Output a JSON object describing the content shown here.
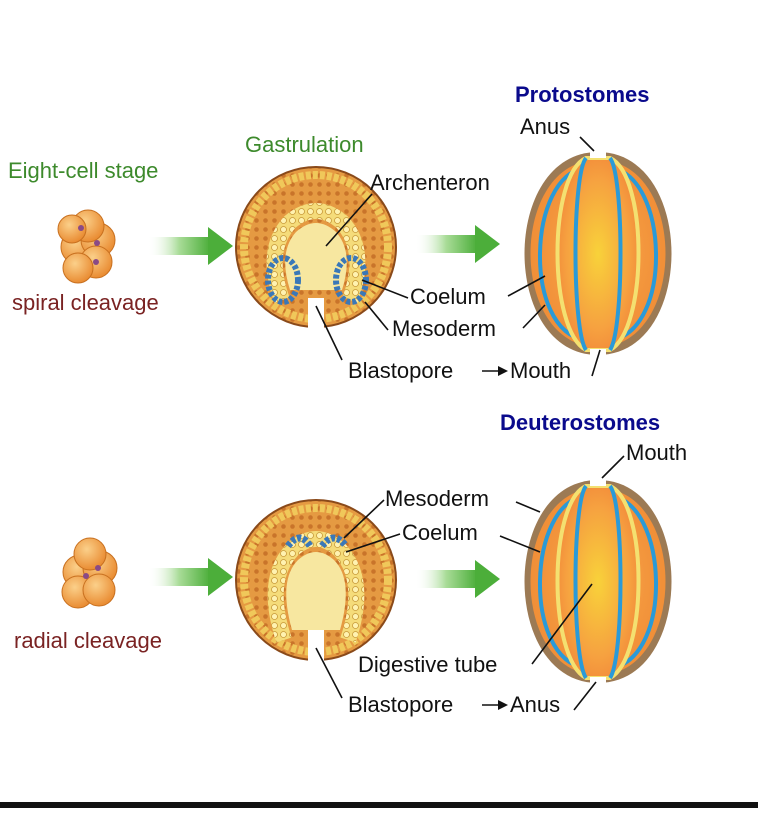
{
  "labels": {
    "eight_cell_stage": "Eight-cell stage",
    "gastrulation": "Gastrulation",
    "spiral_cleavage": "spiral cleavage",
    "radial_cleavage": "radial cleavage",
    "protostomes": "Protostomes",
    "deuterostomes": "Deuterostomes",
    "top": {
      "anus": "Anus",
      "archenteron": "Archenteron",
      "coelum": "Coelum",
      "mesoderm": "Mesoderm",
      "blastopore": "Blastopore",
      "mouth": "Mouth"
    },
    "bottom": {
      "mouth": "Mouth",
      "mesoderm": "Mesoderm",
      "coelum": "Coelum",
      "digestive_tube": "Digestive tube",
      "blastopore": "Blastopore",
      "anus": "Anus"
    }
  },
  "colors": {
    "heading": "#0a0a8c",
    "stage_label": "#3d8a2c",
    "cleavage_label": "#7a2323",
    "arrow": "#5cb84a",
    "embryo_orange": "#f4a040",
    "coelom_blue": "#8ec8e8",
    "gut_yellow": "#f6e06a"
  }
}
